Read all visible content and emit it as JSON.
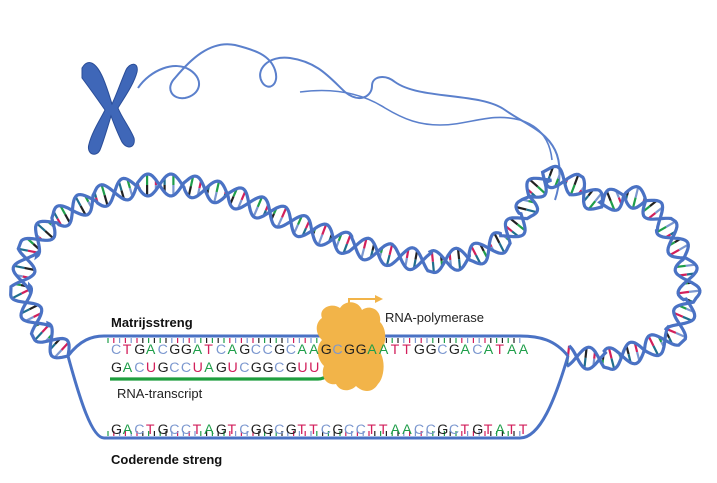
{
  "labels": {
    "template_strand": "Matrijsstreng",
    "coding_strand": "Coderende streng",
    "rna_transcript": "RNA-transcript",
    "rna_polymerase": "RNA-polymerase"
  },
  "sequences": {
    "template": "CTGACGGATCAGCCGCAAGCGGAATTGGCGACATAA",
    "rna": "GACUGCCUAGUCGGCGUU",
    "coding": "GACTGCCTAGTCGGCGTTCGCCTTAACCGCTGTATT"
  },
  "colors": {
    "backbone": "#4a72c4",
    "chromosome": "#3f67b8",
    "rna_strand": "#1e9e3e",
    "polymerase": "#f2b449",
    "base_A": "#1f9e4a",
    "base_T": "#d21f5b",
    "base_U": "#d21f5b",
    "base_G": "#222222",
    "base_C": "#7b97cf"
  },
  "icons": {
    "chromosome": "chromosome-icon",
    "polymerase": "rna-polymerase-shape",
    "direction": "arrow-right-icon"
  }
}
